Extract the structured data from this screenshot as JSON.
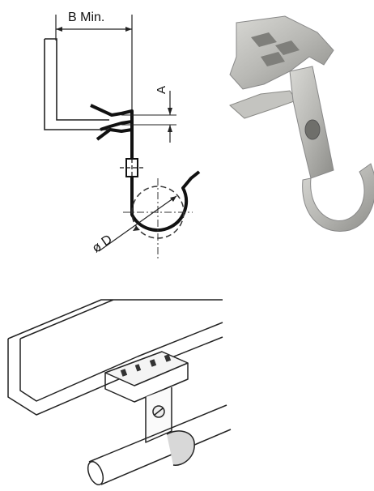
{
  "technical_drawing": {
    "dimension_width_label": "B Min.",
    "dimension_height_label": "A",
    "diameter_label": "ø D"
  },
  "product_photo": {
    "material_color": "#b8b8b4",
    "shadow_color": "#8d8d89"
  },
  "installation_view": {
    "line_color": "#222222",
    "shade_color": "#d8d8d8"
  }
}
